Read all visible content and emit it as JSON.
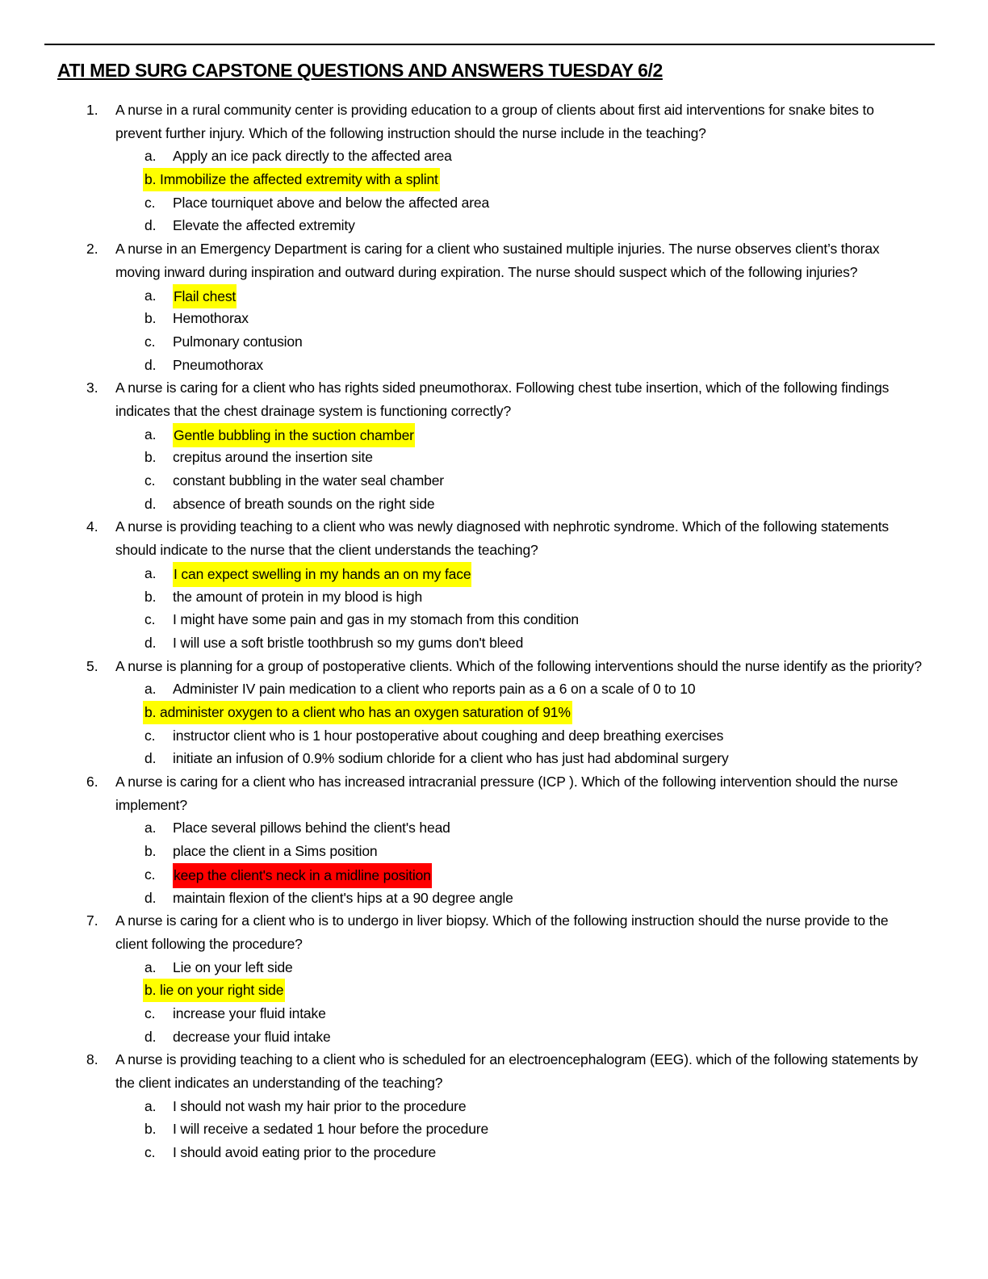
{
  "title": "ATI MED SURG CAPSTONE QUESTIONS AND ANSWERS TUESDAY 6/2",
  "colors": {
    "yellow": "#ffff00",
    "red": "#ff0000"
  },
  "questions": [
    {
      "num": "1.",
      "text": "A nurse in a rural community center is providing education to a group of clients about first aid interventions for snake bites to prevent further injury. Which of the following instruction should the nurse include in the teaching?",
      "options": [
        {
          "letter": "a.",
          "text": "Apply an ice pack directly to the affected area"
        },
        {
          "letter": "b.",
          "text": "Immobilize the affected extremity with a splint",
          "highlight": "yellow",
          "style": "full"
        },
        {
          "letter": "c.",
          "text": "Place tourniquet above and below the affected area"
        },
        {
          "letter": "d.",
          "text": "Elevate the affected extremity"
        }
      ]
    },
    {
      "num": "2.",
      "text": "A nurse in an Emergency Department is caring for a client who sustained multiple injuries. The nurse observes client’s thorax moving inward during inspiration and outward during expiration. The nurse should suspect which of the following injuries?",
      "options": [
        {
          "letter": "a.",
          "text": "Flail chest",
          "highlight": "yellow",
          "style": "text"
        },
        {
          "letter": "b.",
          "text": "Hemothorax"
        },
        {
          "letter": "c.",
          "text": "Pulmonary contusion"
        },
        {
          "letter": "d.",
          "text": "Pneumothorax"
        }
      ]
    },
    {
      "num": "3.",
      "text": "A nurse is caring for a client who has rights sided pneumothorax. Following chest tube insertion, which of the following findings indicates that the chest drainage system is functioning correctly?",
      "options": [
        {
          "letter": "a.",
          "text": "Gentle bubbling in the suction chamber",
          "highlight": "yellow",
          "style": "text"
        },
        {
          "letter": "b.",
          "text": "crepitus around the insertion site"
        },
        {
          "letter": "c.",
          "text": "constant bubbling in the water seal chamber"
        },
        {
          "letter": "d.",
          "text": "absence of breath sounds on the right side"
        }
      ]
    },
    {
      "num": "4.",
      "text": "A nurse is providing teaching to a client who was newly diagnosed with nephrotic syndrome. Which of the following statements should indicate to the nurse that the client understands the teaching?",
      "options": [
        {
          "letter": "a.",
          "text": "I can expect swelling in my hands an on my face",
          "highlight": "yellow",
          "style": "text"
        },
        {
          "letter": "b.",
          "text": "the amount of protein in my blood is high"
        },
        {
          "letter": "c.",
          "text": "I might have some pain and gas in my stomach from this condition"
        },
        {
          "letter": "d.",
          "text": "I will use a soft bristle toothbrush so my gums don't bleed"
        }
      ]
    },
    {
      "num": "5.",
      "text": "A nurse is planning for a group of postoperative clients. Which of the following interventions should the nurse identify as the priority?",
      "options": [
        {
          "letter": "a.",
          "text": "Administer IV pain medication to a client who reports pain as a 6 on a scale of 0 to 10"
        },
        {
          "letter": "b.",
          "text": "administer oxygen to a client who has an oxygen saturation of 91%",
          "highlight": "yellow",
          "style": "full"
        },
        {
          "letter": "c.",
          "text": "instructor client who is 1 hour postoperative about coughing and deep breathing exercises"
        },
        {
          "letter": "d.",
          "text": "initiate an infusion of 0.9% sodium chloride for a client who has just had abdominal surgery"
        }
      ]
    },
    {
      "num": "6.",
      "text": "A nurse is caring for a client who has increased intracranial pressure (ICP ). Which of the following intervention should the nurse implement?",
      "options": [
        {
          "letter": "a.",
          "text": "Place several pillows behind the client's head"
        },
        {
          "letter": "b.",
          "text": "place the client in a Sims position"
        },
        {
          "letter": "c.",
          "text": "keep the client's neck in a midline position",
          "highlight": "red",
          "style": "text"
        },
        {
          "letter": "d.",
          "text": "maintain flexion of the client's hips at a 90 degree angle"
        }
      ]
    },
    {
      "num": "7.",
      "text": "A nurse is caring for a client who is to undergo in liver biopsy. Which of the following instruction should the nurse provide to the client following the procedure?",
      "options": [
        {
          "letter": "a.",
          "text": "Lie on your left side"
        },
        {
          "letter": "b.",
          "text": "lie on your right side",
          "highlight": "yellow",
          "style": "full"
        },
        {
          "letter": "c.",
          "text": "increase your fluid intake"
        },
        {
          "letter": "d.",
          "text": "decrease your fluid intake"
        }
      ]
    },
    {
      "num": "8.",
      "text": "A nurse is providing teaching to a client who is scheduled for an electroencephalogram (EEG). which of the following statements by the client indicates an understanding of the teaching?",
      "options": [
        {
          "letter": "a.",
          "text": "I should not wash my hair prior to the procedure"
        },
        {
          "letter": "b.",
          "text": "I will receive a sedated 1 hour before the procedure"
        },
        {
          "letter": "c.",
          "text": "I should avoid eating prior to the procedure"
        }
      ]
    }
  ]
}
